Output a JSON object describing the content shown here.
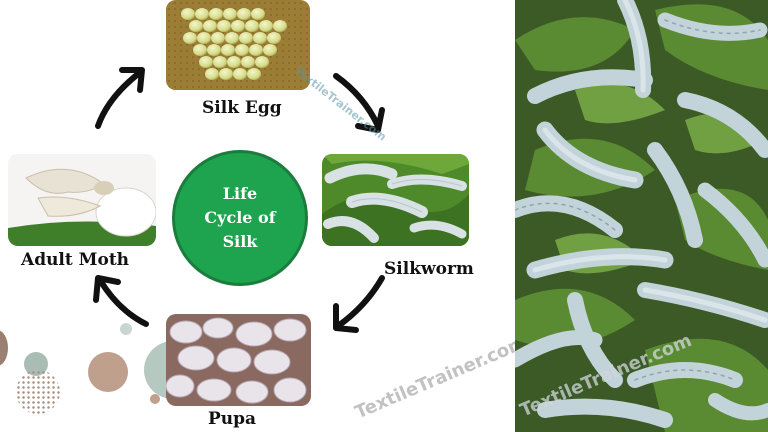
{
  "diagram": {
    "center_title_lines": [
      "Life",
      "Cycle of",
      "Silk"
    ],
    "stages": {
      "egg": "Silk Egg",
      "worm": "Silkworm",
      "pupa": "Pupa",
      "moth": "Adult Moth"
    },
    "watermark_left": "TextileTrainer.com",
    "watermark_bottom": "TextileTrainer.com",
    "watermark_photo": "TextileTrainer.com"
  },
  "colors": {
    "center_circle": "#1ea34f",
    "arrow": "#111111",
    "leaf": "#4f8a2a",
    "silkworm": "#c8d6dc"
  }
}
